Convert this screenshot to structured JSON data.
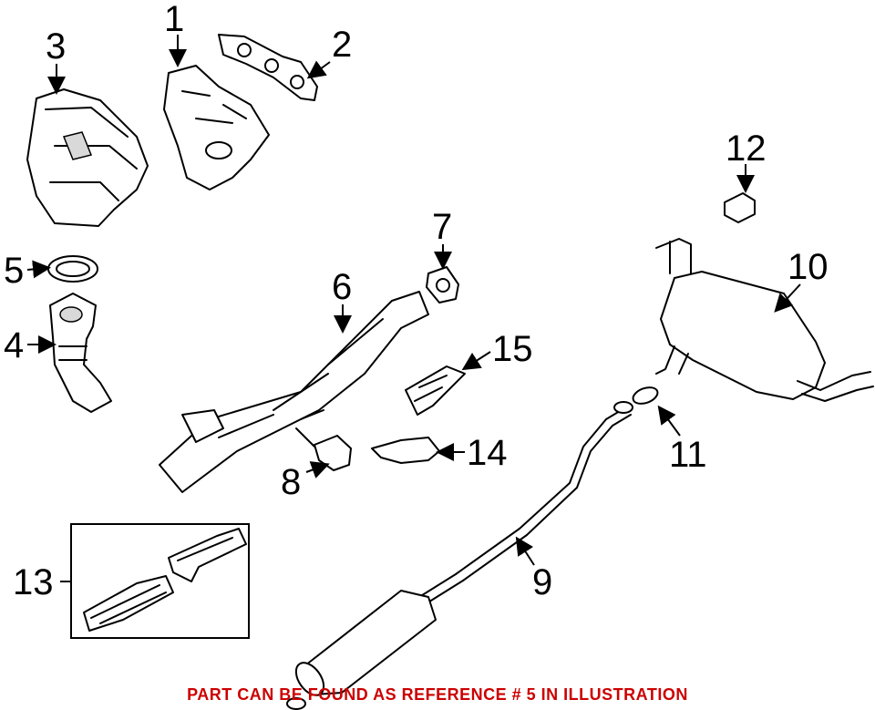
{
  "callouts": {
    "c1": "1",
    "c2": "2",
    "c3": "3",
    "c4": "4",
    "c5": "5",
    "c6": "6",
    "c7": "7",
    "c8": "8",
    "c9": "9",
    "c10": "10",
    "c11": "11",
    "c12": "12",
    "c13": "13",
    "c14": "14",
    "c15": "15"
  },
  "note": {
    "text": "PART CAN BE FOUND AS REFERENCE # 5 IN ILLUSTRATION",
    "color": "#cc0000"
  }
}
